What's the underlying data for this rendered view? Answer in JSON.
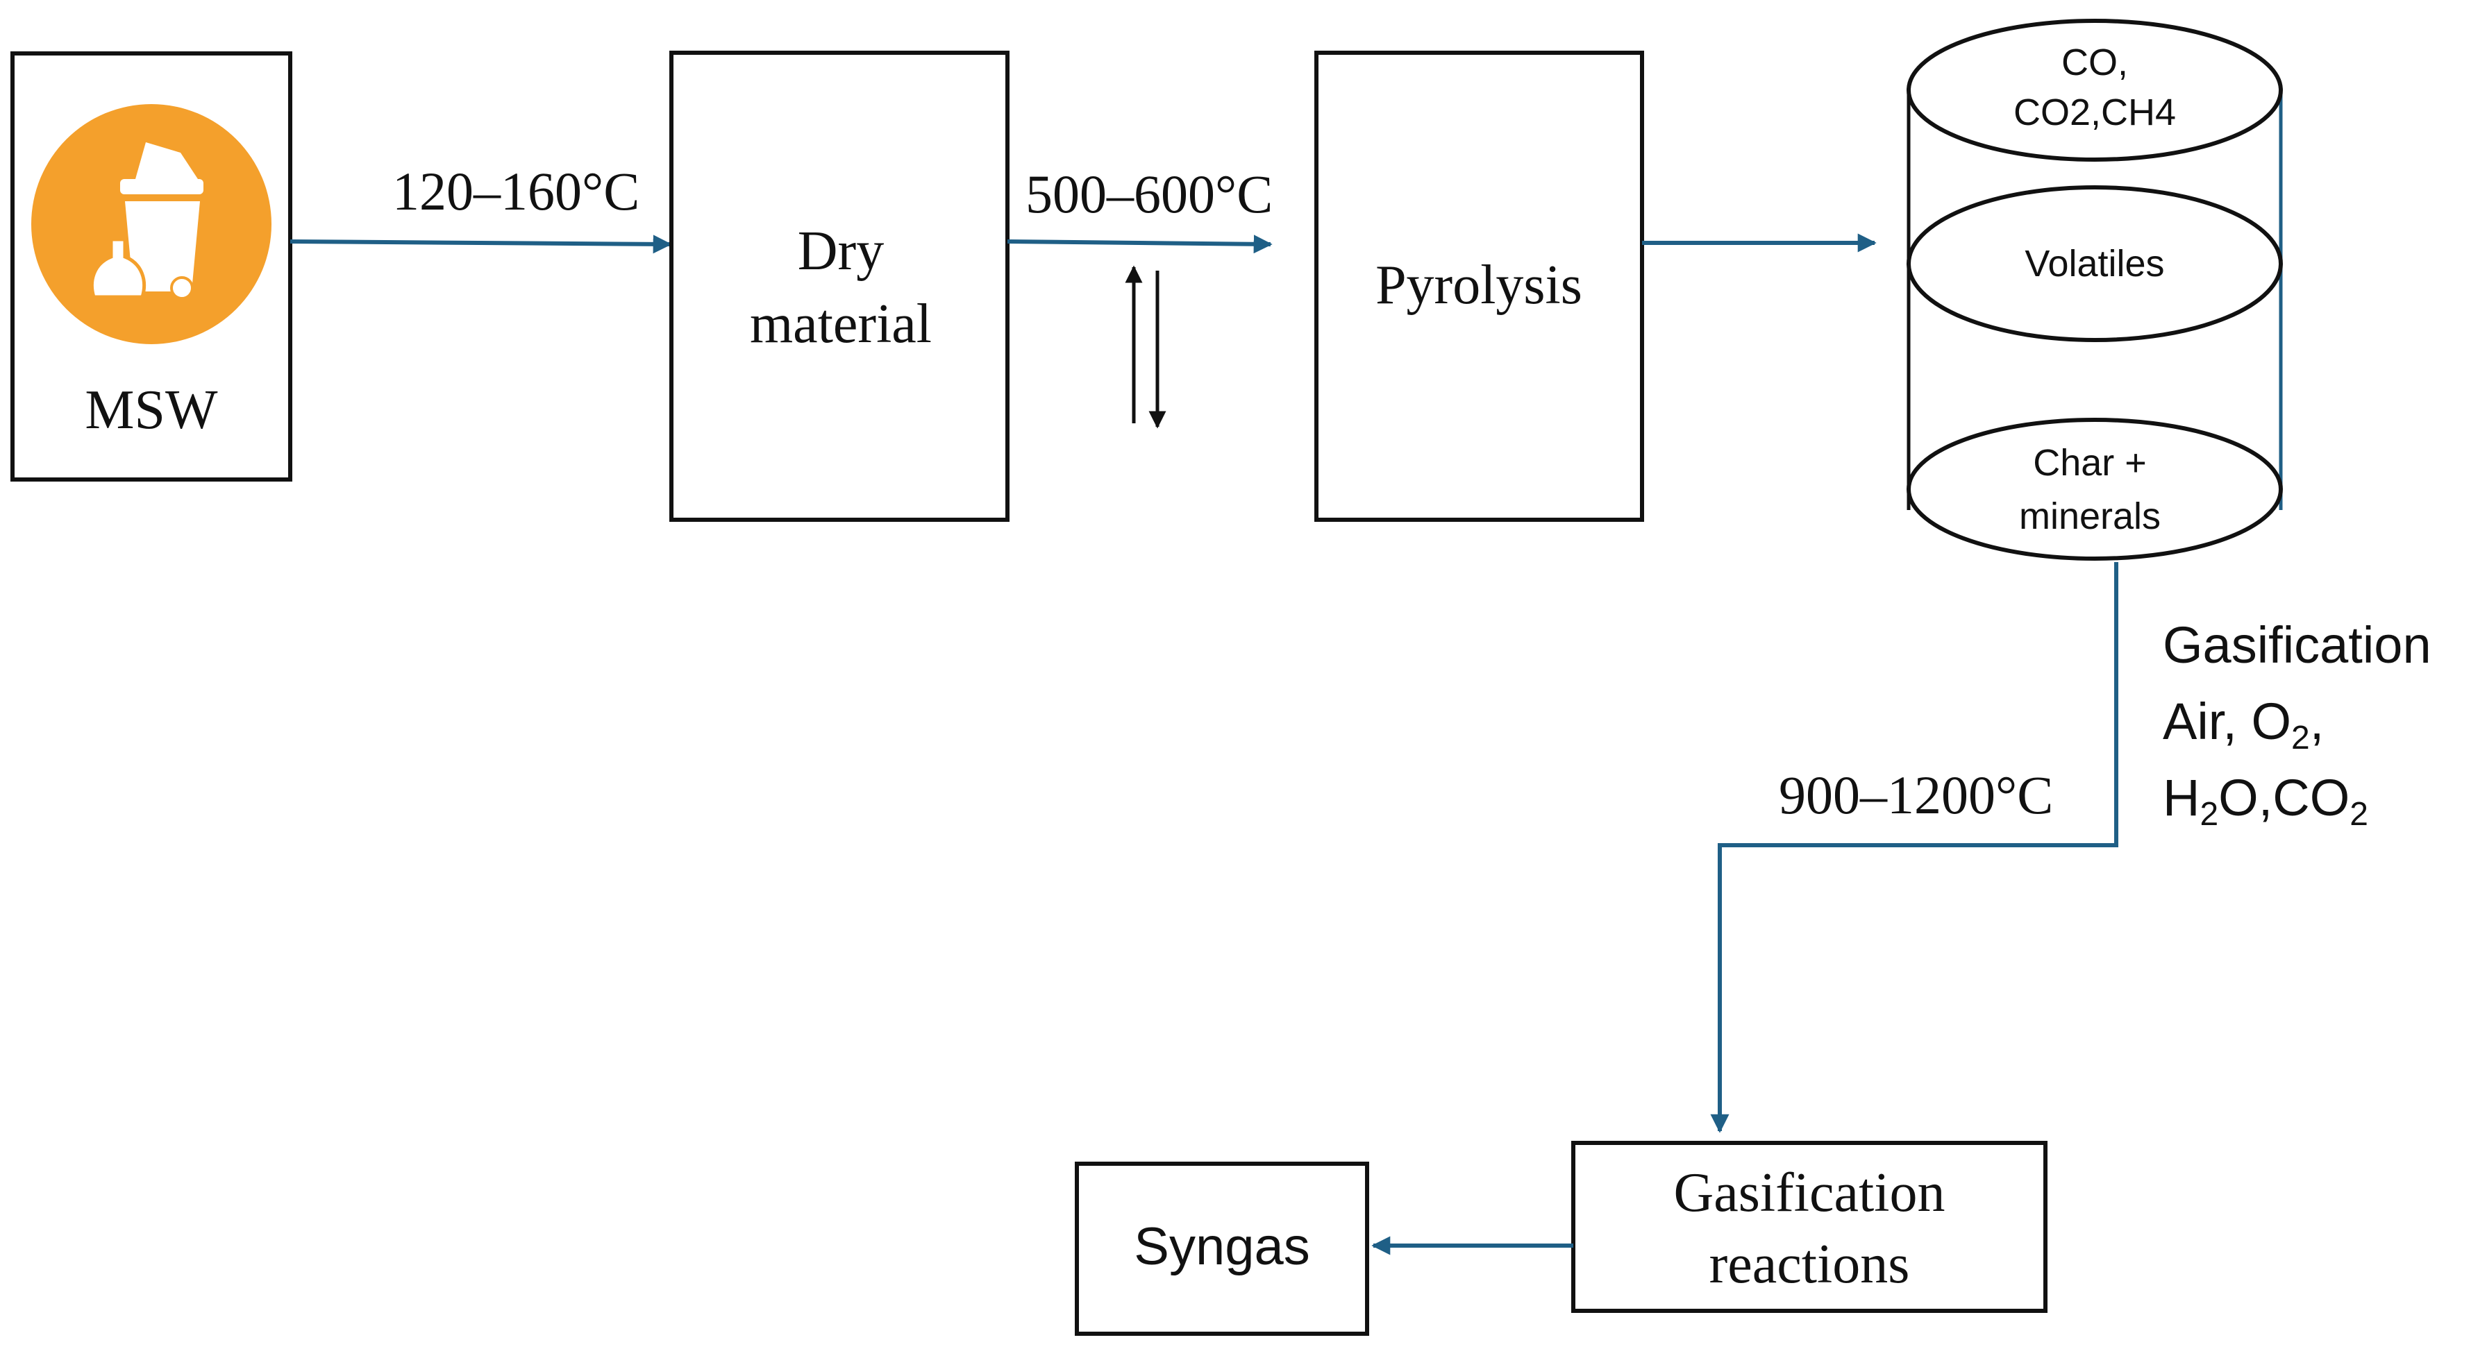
{
  "colors": {
    "arrow": "#1f5f86",
    "box_stroke": "#111111",
    "icon_circle": "#f4a02c",
    "icon_fg": "#ffffff"
  },
  "icons": {
    "msw": "waste-bin-icon"
  },
  "nodes": {
    "msw": {
      "label": "MSW"
    },
    "dry_material": {
      "line1": "Dry",
      "line2": "material"
    },
    "pyrolysis": {
      "label": "Pyrolysis"
    },
    "reactor": {
      "top_line1": "CO,",
      "top_line2": "CO2,CH4",
      "middle": "Volatiles",
      "bottom_line1": "Char +",
      "bottom_line2": "minerals"
    },
    "gasification_reactions": {
      "line1": "Gasification",
      "line2": "reactions"
    },
    "syngas": {
      "label": "Syngas"
    }
  },
  "edges": {
    "msw_to_dry": {
      "label": "120–160°C"
    },
    "dry_to_pyrolysis": {
      "label": "500–600°C"
    },
    "reactor_to_gasification": {
      "label": "900–1200°C"
    }
  },
  "gasification_agents": {
    "title": "Gasification",
    "line2_prefix": "Air, O",
    "line2_sub": "2",
    "line2_suffix": ",",
    "line3_a": "H",
    "line3_sub_a": "2",
    "line3_b": "O,CO",
    "line3_sub_b": "2"
  }
}
